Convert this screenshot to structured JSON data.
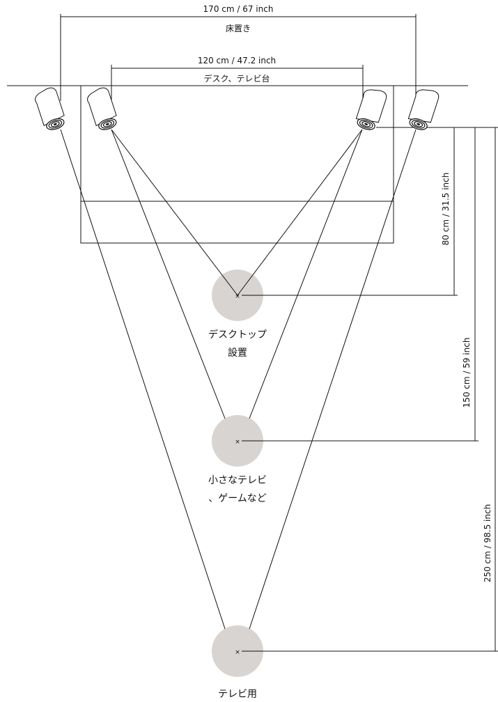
{
  "dimensions": {
    "floor_width": "170 cm / 67 inch",
    "floor_label": "床置き",
    "desk_width": "120 cm / 47.2 inch",
    "desk_label": "デスク、テレビ台",
    "dist_desktop": "80 cm / 31.5 inch",
    "dist_small_tv": "150 cm / 59 inch",
    "dist_tv": "250 cm / 98.5 inch"
  },
  "zones": {
    "desktop": [
      "デスクトップ",
      "設置"
    ],
    "small_tv": [
      "小さなテレビ",
      "、ゲームなど"
    ],
    "tv": [
      "テレビ用"
    ]
  },
  "listening_marker": "×",
  "colors": {
    "line": "#111111",
    "listening_circle": "#d8d4d1",
    "speaker_fill": "#ffffff"
  }
}
